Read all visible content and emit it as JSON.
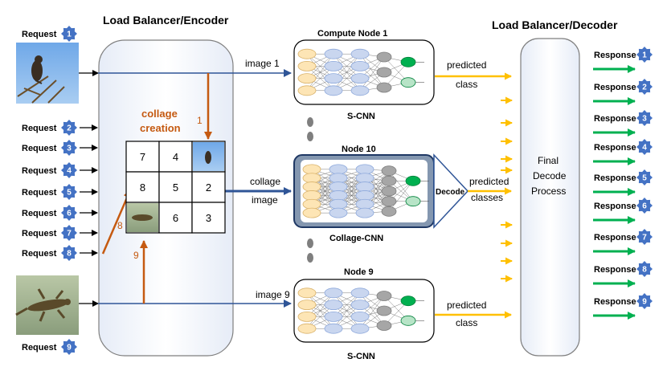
{
  "headers": {
    "encoder": "Load Balancer/Encoder",
    "decoder": "Load Balancer/Decoder"
  },
  "request_label": "Request",
  "response_label": "Response",
  "requests": [
    "1",
    "2",
    "3",
    "4",
    "5",
    "6",
    "7",
    "8",
    "9"
  ],
  "responses": [
    "1",
    "2",
    "3",
    "4",
    "5",
    "6",
    "7",
    "8",
    "9"
  ],
  "encoder": {
    "collage_line1": "collage",
    "collage_line2": "creation",
    "arrow_label_1": "1",
    "arrow_label_8": "8",
    "arrow_label_9": "9",
    "grid": [
      "7",
      "4",
      "",
      "8",
      "5",
      "2",
      "",
      "6",
      "3"
    ]
  },
  "flows": {
    "image1": "image 1",
    "collage_line1": "collage",
    "collage_line2": "image",
    "image9": "image 9"
  },
  "nodes": {
    "node1_title": "Compute Node 1",
    "node1_caption": "S-CNN",
    "node10_title": "Node 10",
    "node10_caption": "Collage-CNN",
    "node9_title": "Node 9",
    "node9_caption": "S-CNN",
    "decode": "Decode"
  },
  "outputs": {
    "pred1_line1": "predicted",
    "pred1_line2": "class",
    "pred10_line1": "predicted",
    "pred10_line2": "classes",
    "pred9_line1": "predicted",
    "pred9_line2": "class"
  },
  "final": {
    "line1": "Final",
    "line2": "Decode",
    "line3": "Process"
  },
  "colors": {
    "star": "#4472c4",
    "orange": "#c55a11",
    "blue_arrow": "#2f5597",
    "yellow_arrow": "#ffc000",
    "green_arrow": "#00b050"
  }
}
